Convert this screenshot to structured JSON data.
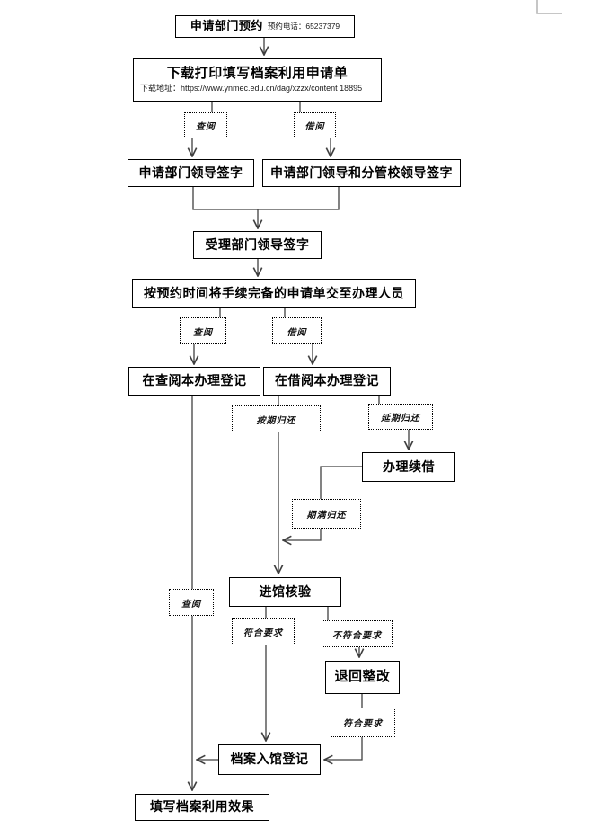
{
  "colors": {
    "background": "#ffffff",
    "line": "#404040",
    "box_border": "#000000",
    "text": "#000000",
    "corner_mark": "#b3b3b3"
  },
  "nodes": {
    "reserve": {
      "label": "申请部门预约",
      "note": "预约电话：65237379"
    },
    "download": {
      "label": "下载打印填写档案利用申请单",
      "note": "下载地址：https://www.ynmec.edu.cn/dag/xzzx/content  18895"
    },
    "sign_dept": {
      "label": "申请部门领导签字"
    },
    "sign_dept_school": {
      "label": "申请部门领导和分管校领导签字"
    },
    "accept_sign": {
      "label": "受理部门领导签字"
    },
    "submit": {
      "label": "按预约时间将手续完备的申请单交至办理人员"
    },
    "register_read": {
      "label": "在查阅本办理登记"
    },
    "register_borrow": {
      "label": "在借阅本办理登记"
    },
    "renew": {
      "label": "办理续借"
    },
    "check": {
      "label": "进馆核验"
    },
    "rework": {
      "label": "退回整改"
    },
    "entry_register": {
      "label": "档案入馆登记"
    },
    "effect": {
      "label": "填写档案利用效果"
    }
  },
  "tags": {
    "read1": "查阅",
    "borrow1": "借阅",
    "read2": "查阅",
    "borrow2": "借阅",
    "on_time_return": "按期归还",
    "delay_return": "延期归还",
    "expire_return": "期满归还",
    "read3": "查阅",
    "meet1": "符合要求",
    "not_meet": "不符合要求",
    "meet2": "符合要求"
  }
}
